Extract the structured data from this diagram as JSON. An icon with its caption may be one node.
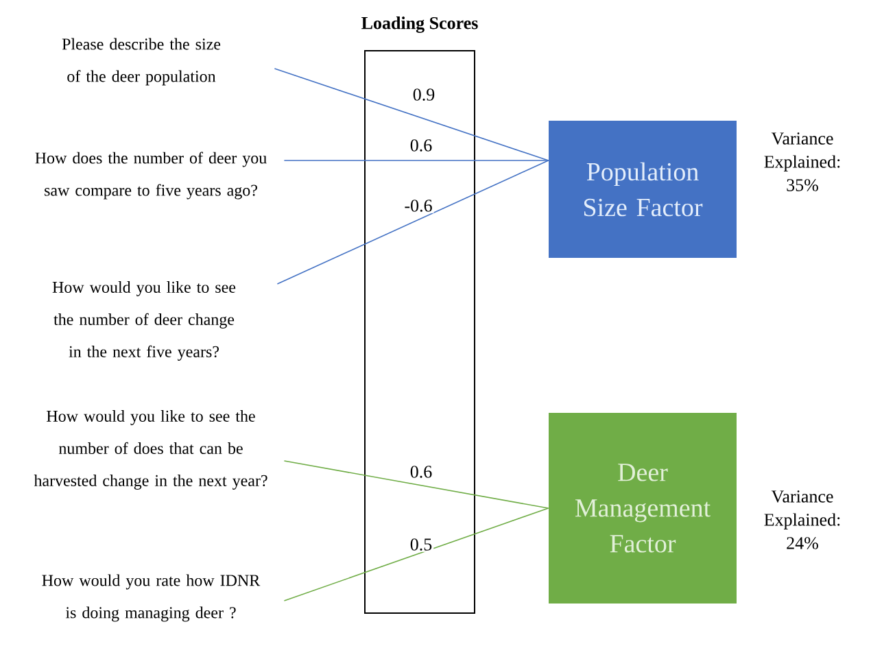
{
  "diagram": {
    "nodes": [
      {
        "text": [
          "Please describe the size of the deer population"
        ]
      },
      {
        "text": [
          "How does the number of deer you saw compare to five years ago?"
        ]
      },
      {
        "text": [
          "How would you like to see the number of deer change in the next five years?"
        ]
      },
      {
        "text": [
          "How would you like to see the number of does that can be harvested change in the next year?"
        ]
      },
      {
        "text": [
          "How would you rate how IDNR is doing managing deer ?"
        ]
      },
      {
        "text": [
          "Population Size Factor"
        ],
        "beside": [
          "Variance Explained: 35%"
        ]
      },
      {
        "text": [
          "Deer Management Factor"
        ],
        "beside": [
          "Variance Explained: 24%"
        ]
      }
    ],
    "edges": [
      {
        "from": 0,
        "to": 5,
        "arrow": "none",
        "label": "0.9",
        "color": "#4472c4"
      },
      {
        "from": 1,
        "to": 5,
        "arrow": "none",
        "label": "0.6",
        "color": "#4472c4"
      },
      {
        "from": 2,
        "to": 5,
        "arrow": "none",
        "label": "-0.6",
        "color": "#4472c4"
      },
      {
        "from": 3,
        "to": 6,
        "arrow": "none",
        "label": "0.6",
        "color": "#70ad47"
      },
      {
        "from": 4,
        "to": 6,
        "arrow": "none",
        "label": "0.5",
        "color": "#70ad47"
      }
    ],
    "labels": [
      "Loading Scores"
    ]
  }
}
